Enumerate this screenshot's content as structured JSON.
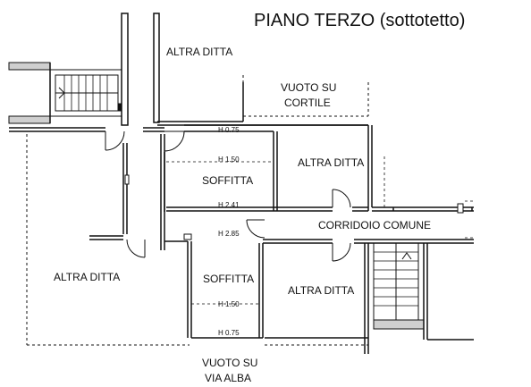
{
  "title": "PIANO TERZO (sottotetto)",
  "rooms": {
    "altra_ditta_top": "ALTRA DITTA",
    "vuoto_cortile_1": "VUOTO SU",
    "vuoto_cortile_2": "CORTILE",
    "altra_ditta_right": "ALTRA DITTA",
    "soffitta_upper": "SOFFITTA",
    "corridoio": "CORRIDOIO COMUNE",
    "altra_ditta_left": "ALTRA DITTA",
    "soffitta_lower": "SOFFITTA",
    "altra_ditta_lower": "ALTRA DITTA",
    "vuoto_via_1": "VUOTO SU",
    "vuoto_via_2": "VIA ALBA"
  },
  "heights": {
    "h1": "H 0.75",
    "h2": "H 1.50",
    "h3": "H 2.41",
    "h4": "H 2.85",
    "h5": "H 1.50",
    "h6": "H 0.75"
  }
}
